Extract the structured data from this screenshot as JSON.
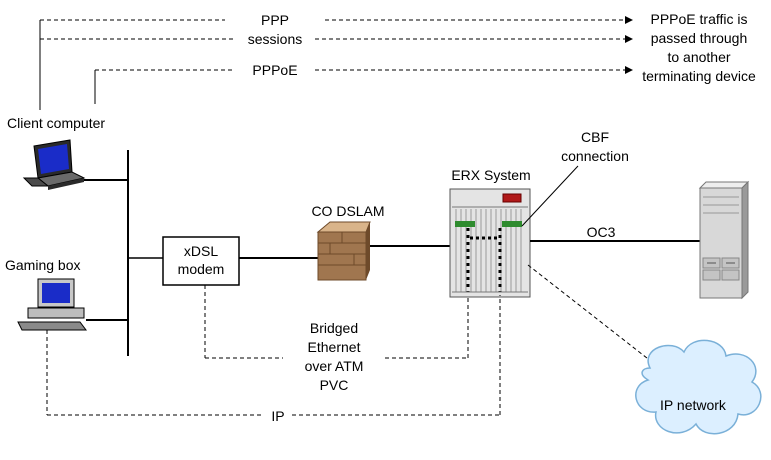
{
  "labels": {
    "ppp": "PPP",
    "sessions": "sessions",
    "pppoe": "PPPoE",
    "pppoe_traffic": [
      "PPPoE traffic is",
      "passed  through",
      "to another",
      "terminating device"
    ],
    "client_computer": "Client computer",
    "gaming_box": "Gaming box",
    "xdsl_modem": [
      "xDSL",
      "modem"
    ],
    "co_dslam": "CO DSLAM",
    "erx_system": "ERX System",
    "cbf_connection": [
      "CBF",
      "connection"
    ],
    "oc3": "OC3",
    "bridged": [
      "Bridged",
      "Ethernet",
      "over ATM",
      "PVC"
    ],
    "ip": "IP",
    "ip_network": "IP network"
  },
  "colors": {
    "line": "#000000",
    "dslam_front": "#a0764f",
    "dslam_top": "#d9b48a",
    "dslam_side": "#6e4a2a",
    "server": "#d8d8d8",
    "server_dark": "#9a9a9a",
    "cloud_fill": "#dcefff",
    "cloud_stroke": "#7ab0d8",
    "screen": "#1a2cc8",
    "erx_body": "#e4e4e4"
  },
  "icons": [
    "laptop-icon",
    "desktop-computer-icon",
    "dslam-icon",
    "erx-chassis-icon",
    "server-icon",
    "cloud-icon"
  ]
}
